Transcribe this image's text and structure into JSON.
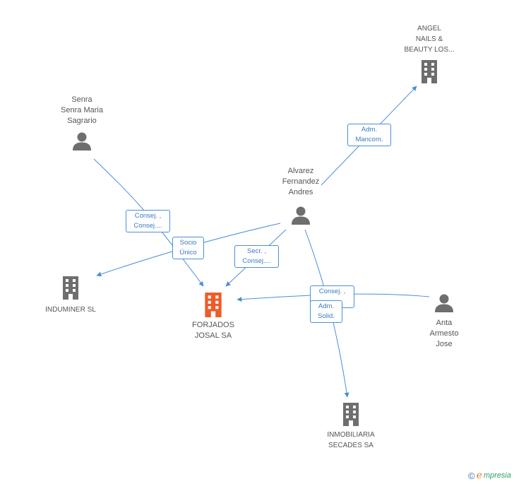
{
  "colors": {
    "edge": "#4a8fd8",
    "entity": "#6e6e6e",
    "focus": "#f05a28",
    "label_text": "#555555",
    "box_text": "#3b79c4"
  },
  "nodes": {
    "senra": {
      "lines": [
        "Senra",
        "Senra Maria",
        "Sagrario"
      ],
      "icon": "person-icon"
    },
    "alvarez": {
      "lines": [
        "Alvarez",
        "Fernandez",
        "Andres"
      ],
      "icon": "person-icon"
    },
    "anta": {
      "lines": [
        "Anta",
        "Armesto",
        "Jose"
      ],
      "icon": "person-icon"
    },
    "angel": {
      "lines": [
        "ANGEL",
        "NAILS &",
        "BEAUTY LOS..."
      ],
      "icon": "building-icon"
    },
    "induminer": {
      "lines": [
        "INDUMINER SL"
      ],
      "icon": "building-icon"
    },
    "forjados": {
      "lines": [
        "FORJADOS",
        "JOSAL SA"
      ],
      "icon": "building-icon"
    },
    "inmobiliaria": {
      "lines": [
        "INMOBILIARIA",
        "SECADES SA"
      ],
      "icon": "building-icon"
    }
  },
  "edge_labels": {
    "adm_mancom": [
      "Adm.",
      "Mancom."
    ],
    "consej_senra": [
      "Consej. ,",
      "Consej...."
    ],
    "socio_unico": [
      "Socio",
      "Único"
    ],
    "secr_consej": [
      "Secr. ,",
      "Consej...."
    ],
    "consej_anta": [
      "Consej. ,",
      "..."
    ],
    "adm_solid": [
      "Adm.",
      "Solid."
    ]
  },
  "footer": {
    "copyright": "©",
    "brand_e": "e",
    "brand_rest": "mpresia"
  }
}
